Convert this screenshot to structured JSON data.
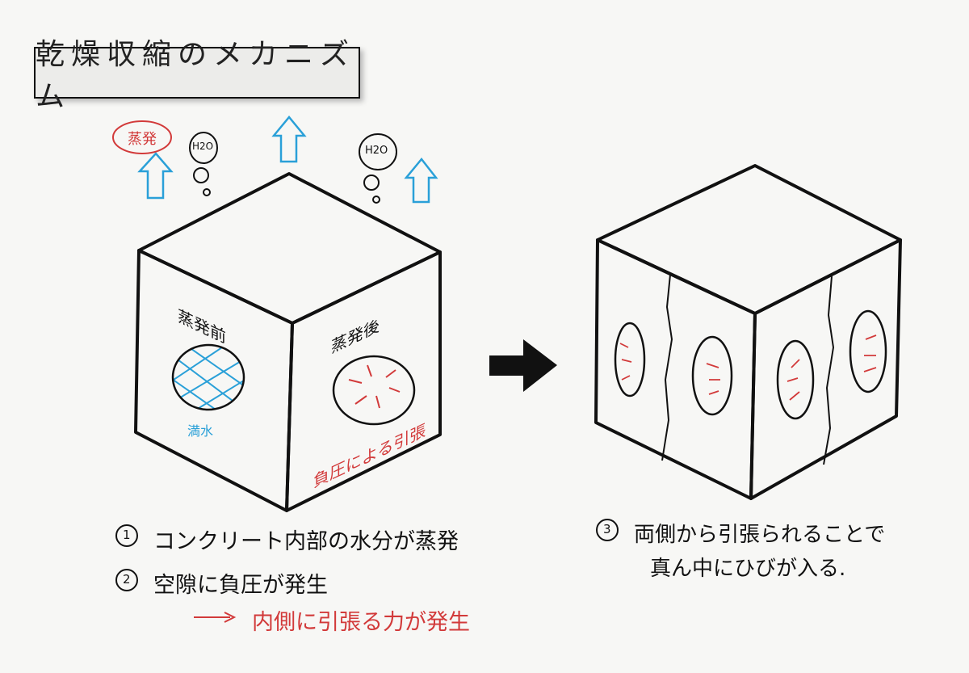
{
  "title": "乾燥収縮のメカニズム",
  "labels": {
    "evaporation_tag": "蒸発",
    "h2o_1": "H2O",
    "h2o_2": "H2O",
    "before": "蒸発前",
    "full_water": "満水",
    "after": "蒸発後",
    "tension": "負圧による引張"
  },
  "steps": {
    "s1_num": "1",
    "s1": "コンクリート内部の水分が蒸発",
    "s2_num": "2",
    "s2": "空隙に負圧が発生",
    "s2_sub": "内側に引張る力が発生",
    "s3_num": "3",
    "s3_line1": "両側から引張られることで",
    "s3_line2": "真ん中にひびが入る."
  },
  "colors": {
    "ink": "#111111",
    "red": "#d23a3a",
    "blue": "#2aa0d8"
  }
}
